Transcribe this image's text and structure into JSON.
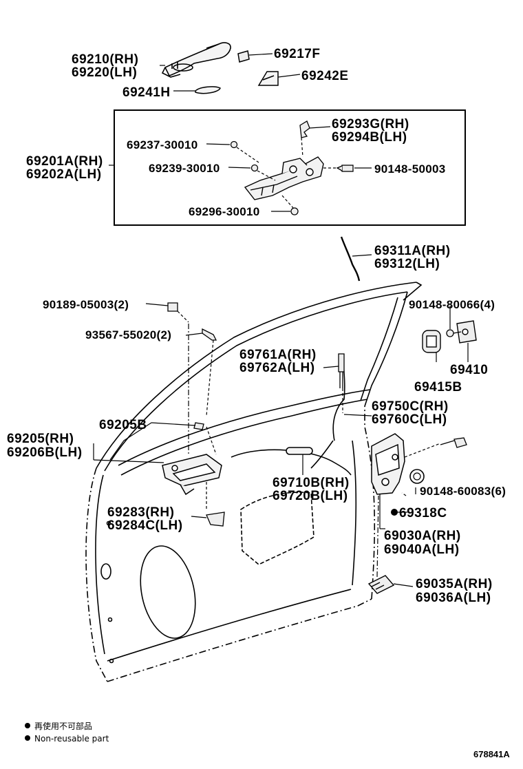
{
  "labels": {
    "p69210": "69210(RH)",
    "p69220": "69220(LH)",
    "p69217": "69217F",
    "p69242": "69242E",
    "p69241": "69241H",
    "p69293": "69293G(RH)",
    "p69294": "69294B(LH)",
    "p69237": "69237-30010",
    "p69201": "69201A(RH)",
    "p69202": "69202A(LH)",
    "p69239": "69239-30010",
    "p90148a": "90148-50003",
    "p69296": "69296-30010",
    "p69311": "69311A(RH)",
    "p69312": "69312(LH)",
    "p90189": "90189-05003(2)",
    "p90148b": "90148-80066(4)",
    "p93567": "93567-55020(2)",
    "p69761": "69761A(RH)",
    "p69762": "69762A(LH)",
    "p69410": "69410",
    "p69415": "69415B",
    "p69750": "69750C(RH)",
    "p69760": "69760C(LH)",
    "p69205b": "69205B",
    "p69205": "69205(RH)",
    "p69206": "69206B(LH)",
    "p69710": "69710B(RH)",
    "p69720": "69720B(LH)",
    "p90148c": "90148-60083(6)",
    "p69283": "69283(RH)",
    "p69284": "69284C(LH)",
    "p69318": "69318C",
    "p69030": "69030A(RH)",
    "p69040": "69040A(LH)",
    "p69035": "69035A(RH)",
    "p69036": "69036A(LH)"
  },
  "legend": {
    "line1": "再使用不可部品",
    "line2": "Non-reusable part"
  },
  "diagram_code": "678841A"
}
